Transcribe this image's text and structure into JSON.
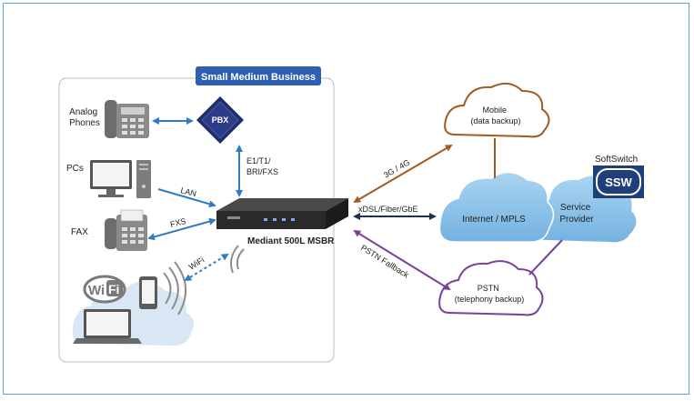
{
  "title": "Small Medium Business",
  "devices": {
    "analog_phones": "Analog\nPhones",
    "pcs": "PCs",
    "fax": "FAX",
    "pbx": "PBX",
    "router_label": "Mediant 500L MSBR"
  },
  "links": {
    "lan": "LAN",
    "fxs": "FXS",
    "wifi": "WiFi",
    "e1": "E1/T1/\nBRI/FXS",
    "mobile_link": "3G / 4G",
    "xdsl": "xDSL/Fiber/GbE",
    "pstn_link": "PSTN Fallback"
  },
  "clouds": {
    "mobile": "Mobile\n(data backup)",
    "internet": "Internet / MPLS",
    "service_provider": "Service\nProvider",
    "pstn": "PSTN\n(telephony backup)"
  },
  "softswitch": {
    "title": "SoftSwitch",
    "badge": "SSW"
  },
  "wifi_badge": {
    "wi": "Wi",
    "fi": "Fi"
  },
  "colors": {
    "blue_link": "#2f7cc0",
    "mobile_link": "#a35a1f",
    "pstn_link": "#7a3fa0",
    "dark_link": "#1d3250",
    "cloud_blue": "#8cc3ea",
    "title_bar": "#2f5fb3"
  }
}
